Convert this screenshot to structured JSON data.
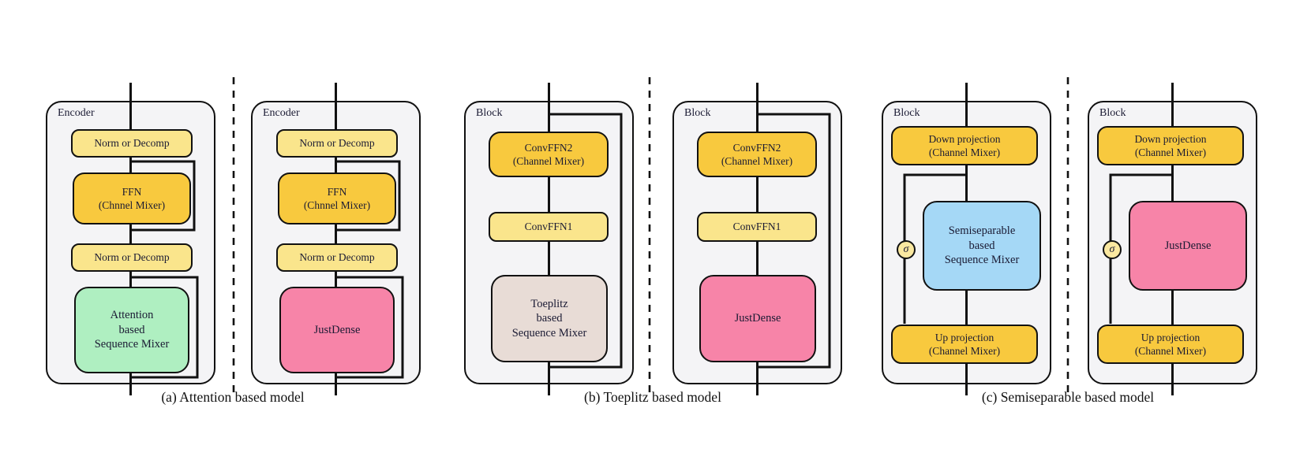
{
  "colors": {
    "gold": "#F8C93E",
    "lightYellow": "#FAE58C",
    "sigmaYellow": "#FAE8A0",
    "green": "#AFEFC1",
    "pink": "#F784A8",
    "tan": "#E8DCD6",
    "blue": "#A5D8F6",
    "panelBg": "#F4F4F6",
    "ink": "#111111",
    "textInk": "#1A1A33"
  },
  "panels": {
    "p1": {
      "label": "Encoder",
      "norm1": "Norm or Decomp",
      "ffn": "FFN\n(Chnnel Mixer)",
      "norm2": "Norm or Decomp",
      "mixer": "Attention\nbased\nSequence Mixer"
    },
    "p2": {
      "label": "Encoder",
      "norm1": "Norm or Decomp",
      "ffn": "FFN\n(Chnnel Mixer)",
      "norm2": "Norm or Decomp",
      "mixer": "JustDense"
    },
    "p3": {
      "label": "Block",
      "convffn2": "ConvFFN2\n(Channel Mixer)",
      "convffn1": "ConvFFN1",
      "mixer": "Toeplitz\nbased\nSequence Mixer"
    },
    "p4": {
      "label": "Block",
      "convffn2": "ConvFFN2\n(Channel Mixer)",
      "convffn1": "ConvFFN1",
      "mixer": "JustDense"
    },
    "p5": {
      "label": "Block",
      "down": "Down projection\n(Channel Mixer)",
      "mixer": "Semiseparable\nbased\nSequence Mixer",
      "up": "Up projection\n(Channel Mixer)",
      "sigma": "σ"
    },
    "p6": {
      "label": "Block",
      "down": "Down projection\n(Channel Mixer)",
      "mixer": "JustDense",
      "up": "Up projection\n(Channel Mixer)",
      "sigma": "σ"
    }
  },
  "captions": {
    "a": "(a) Attention based model",
    "b": "(b) Toeplitz based model",
    "c": "(c) Semiseparable based model"
  }
}
